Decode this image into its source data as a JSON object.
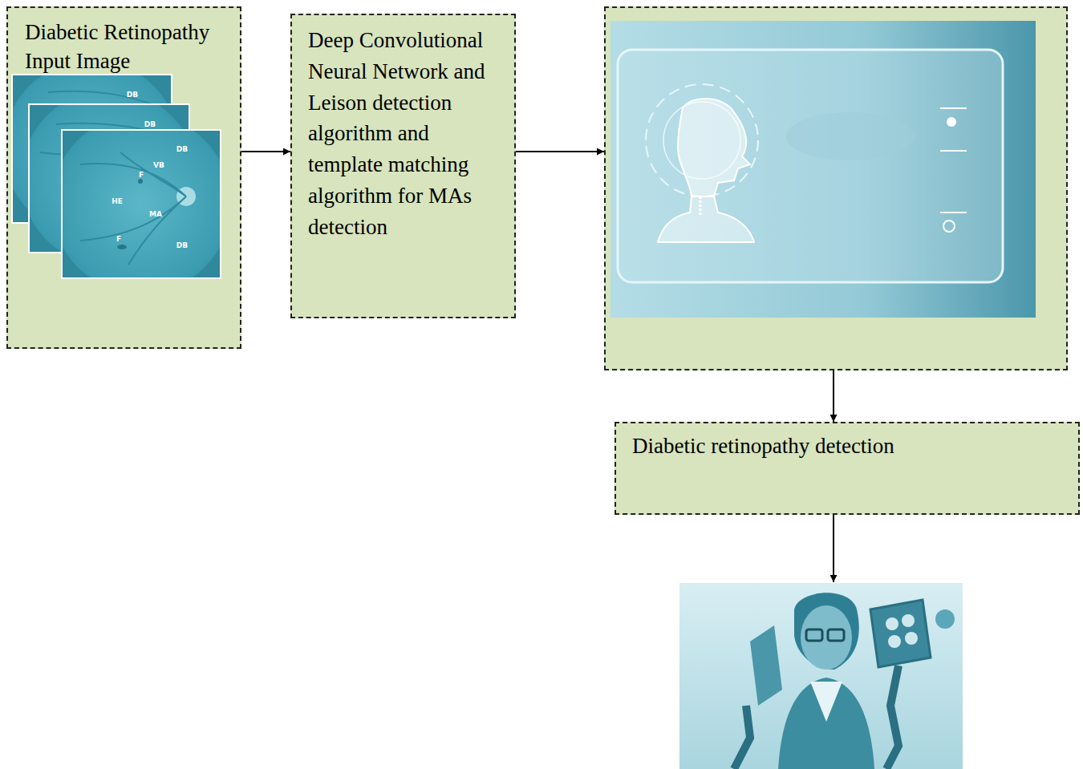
{
  "diagram": {
    "nodes": [
      {
        "text": [
          "Diabetic Retinopathy Input Image"
        ]
      },
      {
        "text": [
          "Deep Convolutional Neural Network and Leison detection algorithm and template matching algorithm for MAs detection"
        ]
      },
      {
        "text": []
      },
      {
        "text": [
          "Diabetic retinopathy detection"
        ]
      }
    ],
    "edges": [
      {
        "from": 0,
        "to": 1,
        "arrow": "to"
      },
      {
        "from": 1,
        "to": 2,
        "arrow": "to"
      },
      {
        "from": 2,
        "to": 3,
        "arrow": "to"
      }
    ],
    "labels": [
      "DB",
      "DB",
      "DB",
      "VB",
      "F",
      "HE",
      "MA",
      "F",
      "DB"
    ]
  }
}
